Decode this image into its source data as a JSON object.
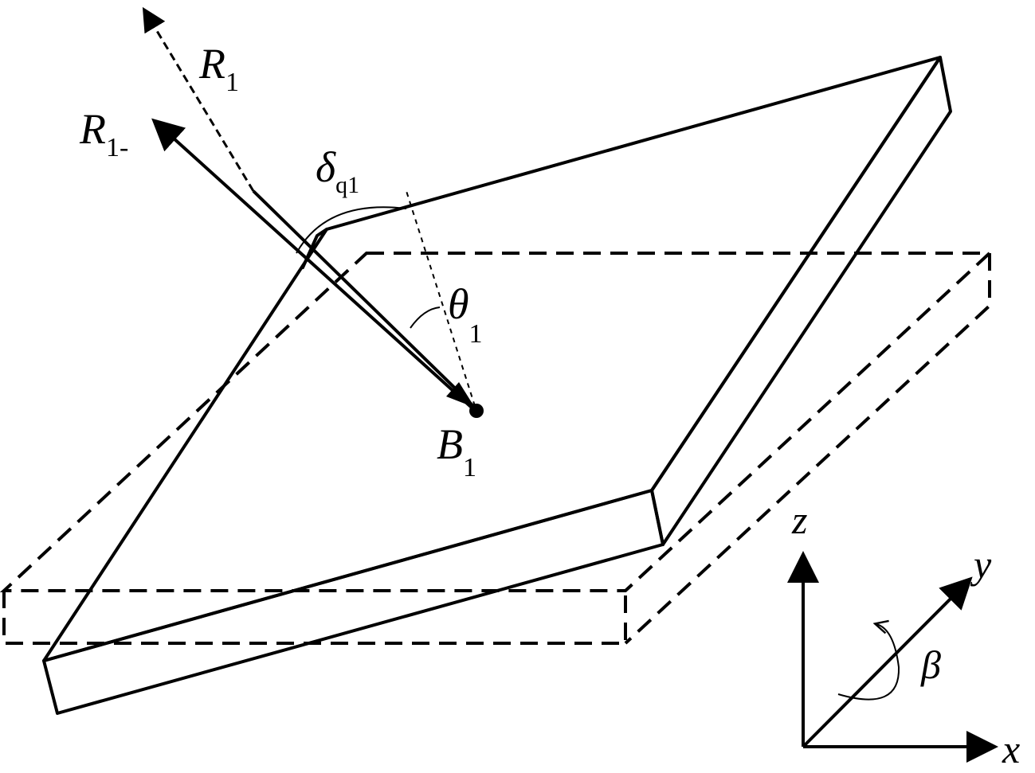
{
  "labels": {
    "r1": {
      "main": "R",
      "sub": "1"
    },
    "r1_minus": {
      "main": "R",
      "sub": "1-"
    },
    "delta": {
      "main": "δ",
      "sub": "q1"
    },
    "theta": {
      "main": "θ",
      "sub": "1"
    },
    "b1": {
      "main": "B",
      "sub": "1"
    },
    "axis_z": "z",
    "axis_y": "y",
    "axis_x": "x",
    "beta": "β"
  },
  "colors": {
    "stroke": "#000000",
    "background": "#ffffff"
  }
}
